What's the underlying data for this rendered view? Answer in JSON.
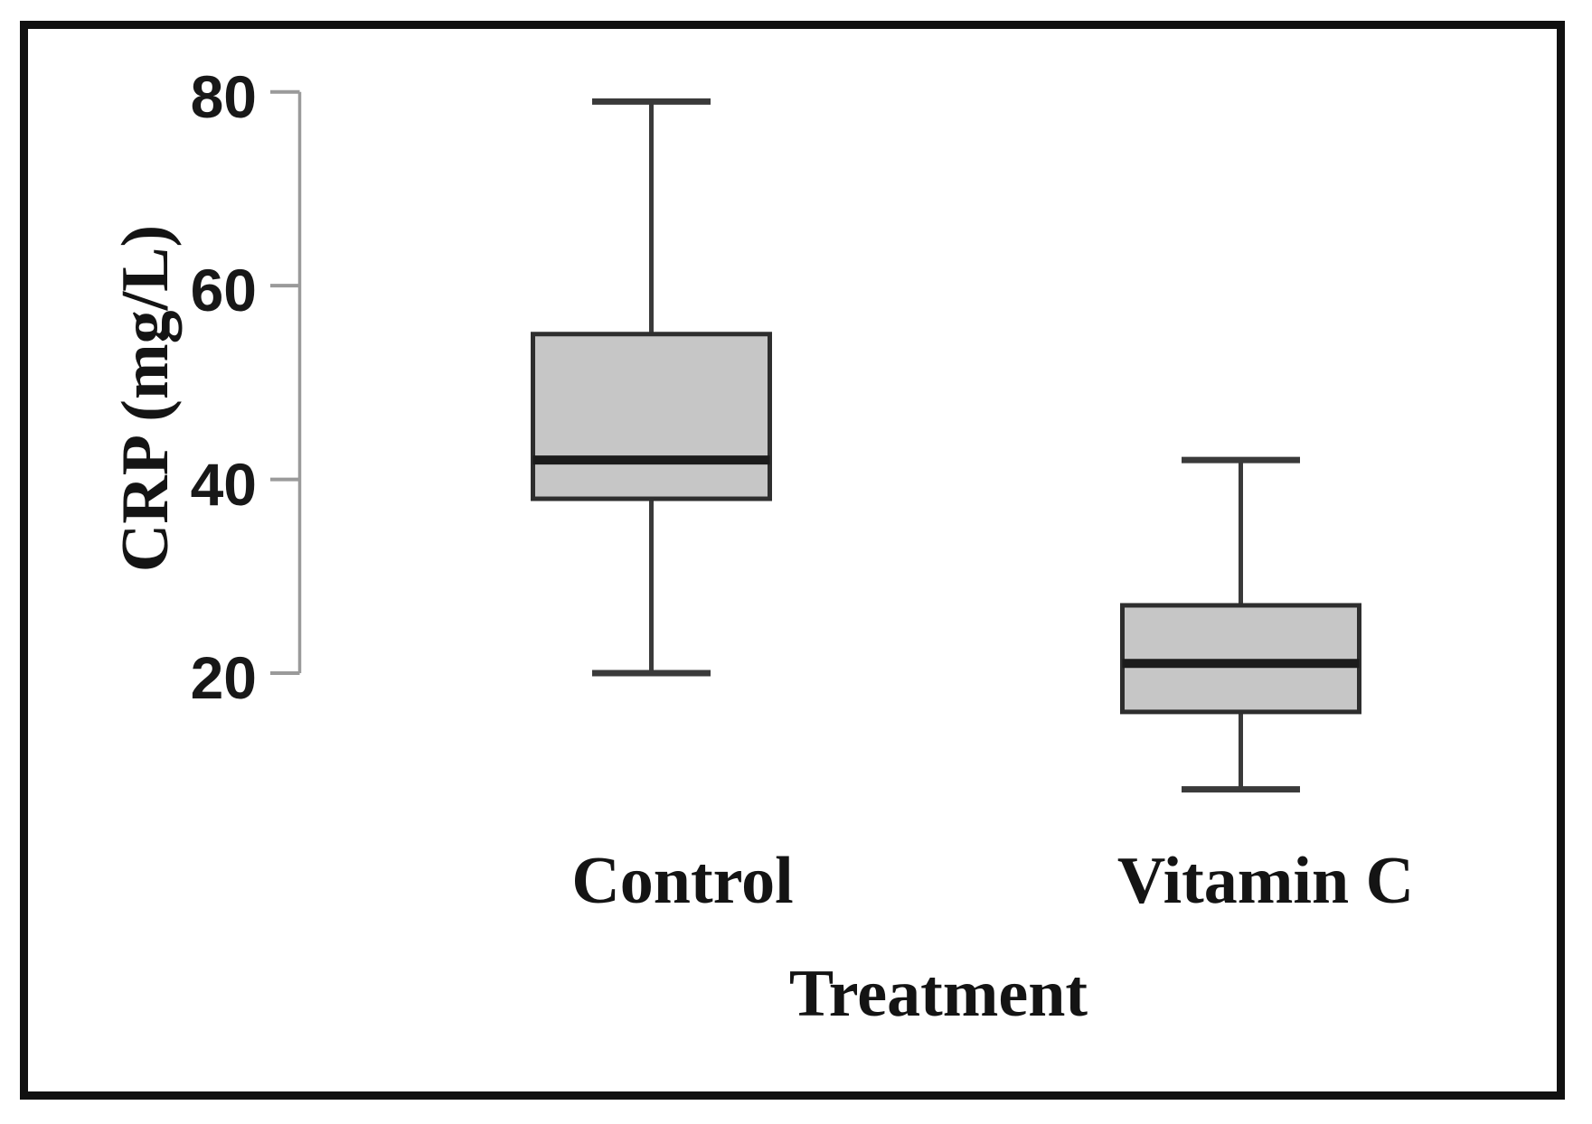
{
  "figure": {
    "background": "#ffffff",
    "frame_color": "#111111"
  },
  "chart_data": {
    "type": "boxplot",
    "title": "",
    "xlabel": "Treatment",
    "ylabel": "CRP (mg/L)",
    "categories": [
      "Control",
      "Vitamin C"
    ],
    "y_ticks": [
      80,
      60,
      40,
      20
    ],
    "y_tick_labels": [
      "80",
      "60",
      "40",
      "20"
    ],
    "y_axis_span": [
      20,
      80
    ],
    "y_unit": "mg/L",
    "grid": false,
    "series": [
      {
        "label": "Control",
        "whisker_min": 20,
        "q1": 38,
        "median": 42,
        "q3": 55,
        "whisker_max": 79,
        "outliers": []
      },
      {
        "label": "Vitamin C",
        "whisker_min": 8,
        "q1": 16,
        "median": 21,
        "q3": 27,
        "whisker_max": 42,
        "outliers": []
      }
    ],
    "style": {
      "box_fill": "#c6c6c6",
      "box_stroke": "#2e2e2e",
      "median_color": "#1b1b1b",
      "whisker_color": "#3a3a3a",
      "axis_color": "#9a9a9a",
      "text_color": "#141414"
    }
  }
}
